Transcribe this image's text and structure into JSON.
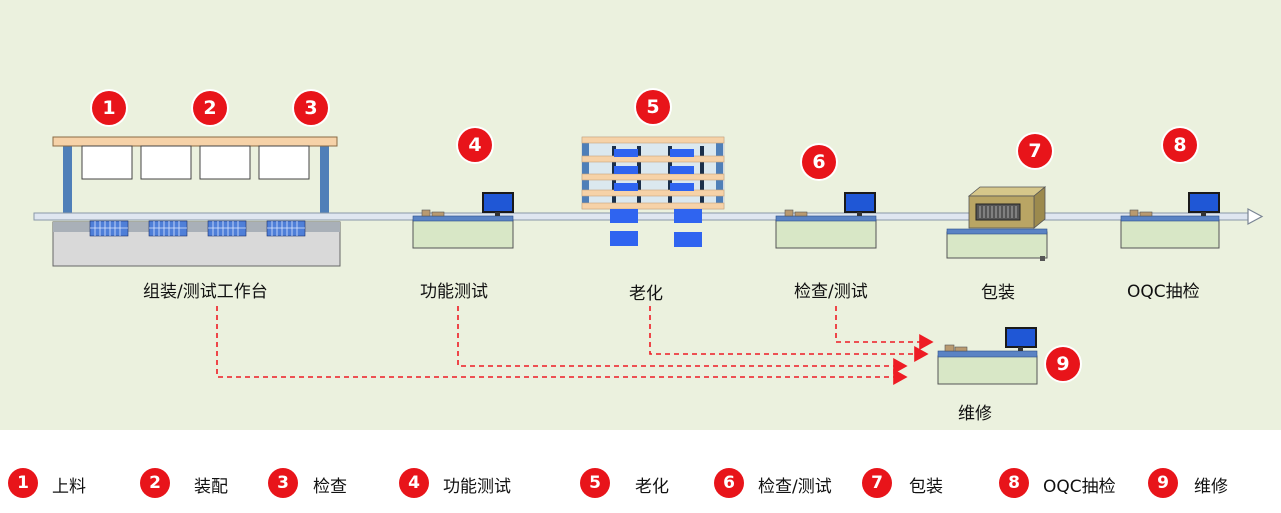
{
  "stations": {
    "assembly": {
      "label": "组装/测试工作台"
    },
    "func_test": {
      "label": "功能测试"
    },
    "aging": {
      "label": "老化"
    },
    "inspect_test": {
      "label": "检查/测试"
    },
    "packing": {
      "label": "包装"
    },
    "oqc": {
      "label": "OQC抽检"
    },
    "repair": {
      "label": "维修"
    }
  },
  "badges": [
    "1",
    "2",
    "3",
    "4",
    "5",
    "6",
    "7",
    "8",
    "9"
  ],
  "legend": [
    {
      "num": "1",
      "label": "上料"
    },
    {
      "num": "2",
      "label": "装配"
    },
    {
      "num": "3",
      "label": "检查"
    },
    {
      "num": "4",
      "label": "功能测试"
    },
    {
      "num": "5",
      "label": "老化"
    },
    {
      "num": "6",
      "label": "检查/测试"
    },
    {
      "num": "7",
      "label": "包装"
    },
    {
      "num": "8",
      "label": "OQC抽检"
    },
    {
      "num": "9",
      "label": "维修"
    }
  ],
  "colors": {
    "panel_bg": "#ebf1de",
    "badge": "#e8141a",
    "conveyor": "#dfe6f0",
    "desk": "#d8e7c6",
    "monitor": "#1f57d6",
    "frame_blue": "#4f7fb8",
    "beam": "#f6d2a8",
    "aging_block": "#2f64f0",
    "dashed_arrow": "#ee1c24"
  }
}
